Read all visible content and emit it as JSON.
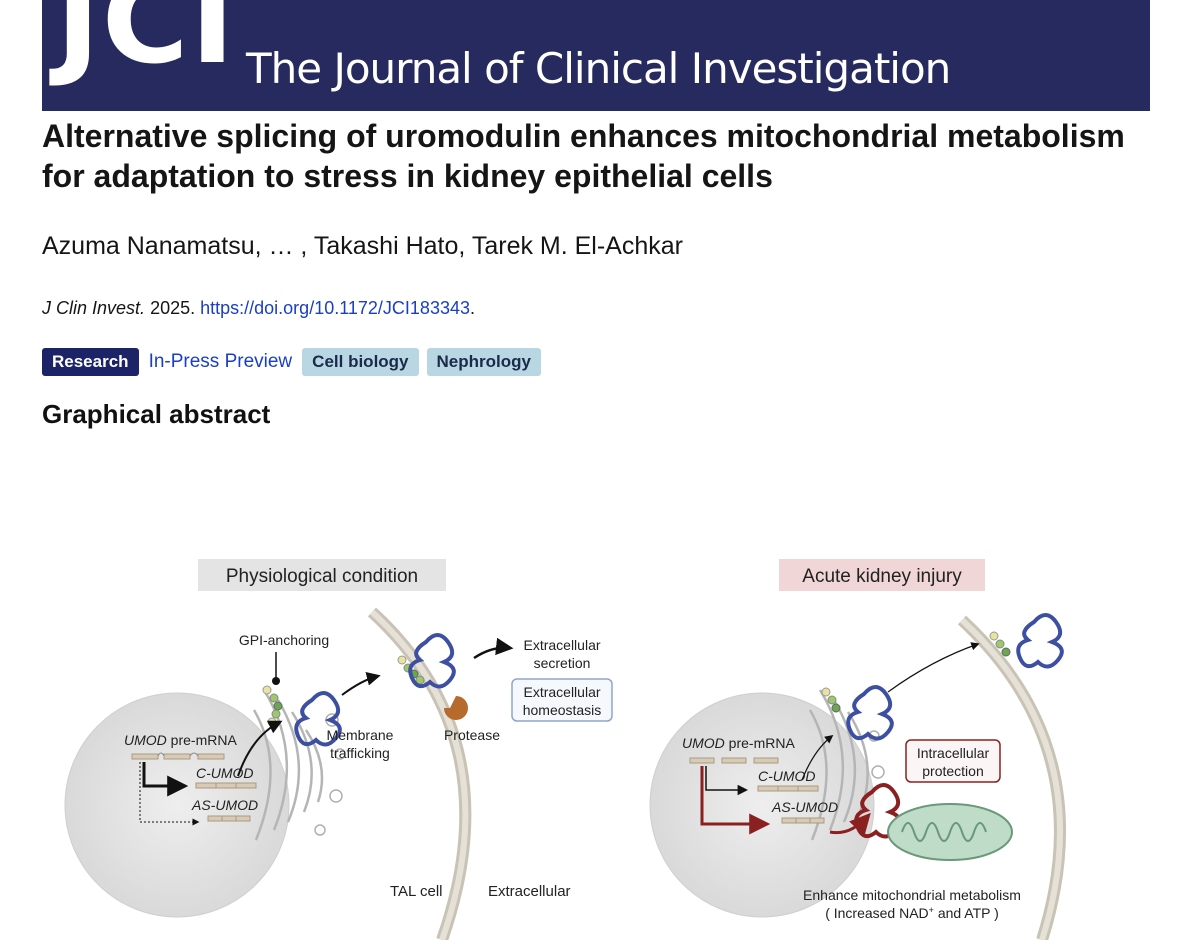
{
  "header": {
    "logo": "JCI",
    "journal_name": "The Journal of Clinical Investigation"
  },
  "article": {
    "title": "Alternative splicing of uromodulin enhances mitochondrial metabolism for adaptation to stress in kidney epithelial cells",
    "authors": "Azuma Nanamatsu, … , Takashi Hato, Tarek M. El-Achkar",
    "citation": {
      "journal": "J Clin Invest.",
      "year": "2025.",
      "doi": "https://doi.org/10.1172/JCI183343",
      "end": "."
    },
    "tags": {
      "type": "Research",
      "status": "In-Press Preview",
      "topics": [
        "Cell biology",
        "Nephrology"
      ]
    },
    "section_heading": "Graphical abstract"
  },
  "figure": {
    "left_panel": {
      "title": "Physiological condition",
      "gpi": "GPI-anchoring",
      "pre_mrna_gene": "UMOD",
      "pre_mrna_suffix": " pre-mRNA",
      "c_umod": "C-UMOD",
      "as_umod": "AS-UMOD",
      "membrane_1": "Membrane",
      "membrane_2": "trafficking",
      "protease": "Protease",
      "secretion_1": "Extracellular",
      "secretion_2": "secretion",
      "homeostasis_1": "Extracellular",
      "homeostasis_2": "homeostasis",
      "tal_cell": "TAL cell",
      "extracellular": "Extracellular"
    },
    "right_panel": {
      "title": "Acute kidney injury",
      "pre_mrna_gene": "UMOD",
      "pre_mrna_suffix": " pre-mRNA",
      "c_umod": "C-UMOD",
      "as_umod": "AS-UMOD",
      "protection_1": "Intracellular",
      "protection_2": "protection",
      "mito_1": "Enhance mitochondrial metabolism",
      "mito_2a": "( Increased NAD",
      "mito_2b": "+",
      "mito_2c": " and ATP )"
    },
    "colors": {
      "left_title_bg": "#e4e4e4",
      "right_title_bg": "#f0d6d6",
      "protein_blue": "#3d4fa0",
      "as_arrow_red": "#8b2020",
      "mito_green": "#bfdcc8",
      "protease_orange": "#b66a2c"
    }
  }
}
